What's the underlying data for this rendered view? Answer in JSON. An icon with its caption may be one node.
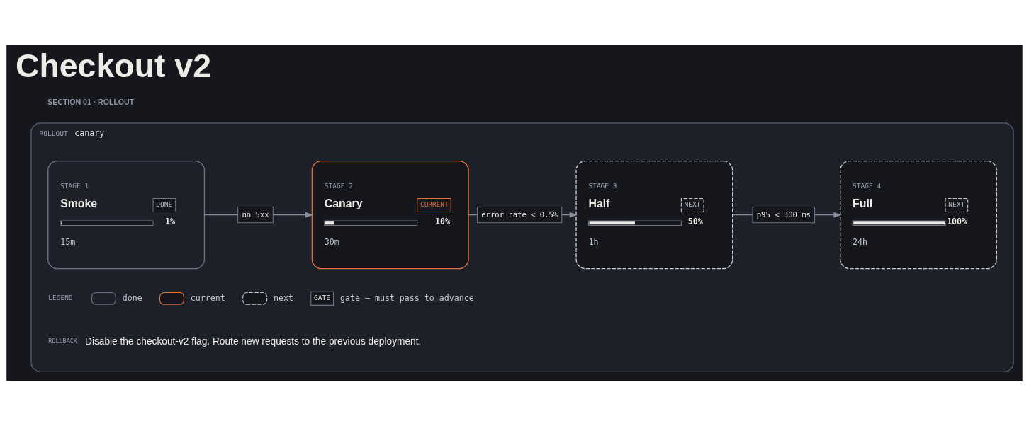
{
  "diagram": {
    "title": "Checkout v2",
    "nodes": [
      {
        "text": [
          "ROLLOUT",
          "canary"
        ]
      },
      {
        "text": [
          "STAGE 1",
          "Smoke",
          "DONE",
          "1%",
          "15m"
        ],
        "in": 0
      },
      {
        "text": [
          "STAGE 2",
          "Canary",
          "CURRENT",
          "10%",
          "30m"
        ],
        "in": 0
      },
      {
        "text": [
          "STAGE 3",
          "Half",
          "NEXT",
          "50%",
          "1h"
        ],
        "in": 0
      },
      {
        "text": [
          "STAGE 4",
          "Full",
          "NEXT",
          "100%",
          "24h"
        ],
        "in": 0
      }
    ],
    "edges": [
      {
        "from": 1,
        "to": 2,
        "arrow": "to",
        "label": "no 5xx"
      },
      {
        "from": 2,
        "to": 3,
        "arrow": "to",
        "label": "error rate < 0.5%"
      },
      {
        "from": 3,
        "to": 4,
        "arrow": "to",
        "label": "p95 < 300 ms"
      }
    ],
    "labels": [
      "SECTION 01 · ROLLOUT",
      "LEGEND",
      "GATE",
      "ROLLBACK",
      "Disable the checkout-v2 flag. Route new requests to the previous deployment."
    ],
    "legend": [
      {
        "text": "done"
      },
      {
        "text": "current"
      },
      {
        "text": "next"
      },
      {
        "text": "gate — must pass to advance"
      }
    ]
  }
}
